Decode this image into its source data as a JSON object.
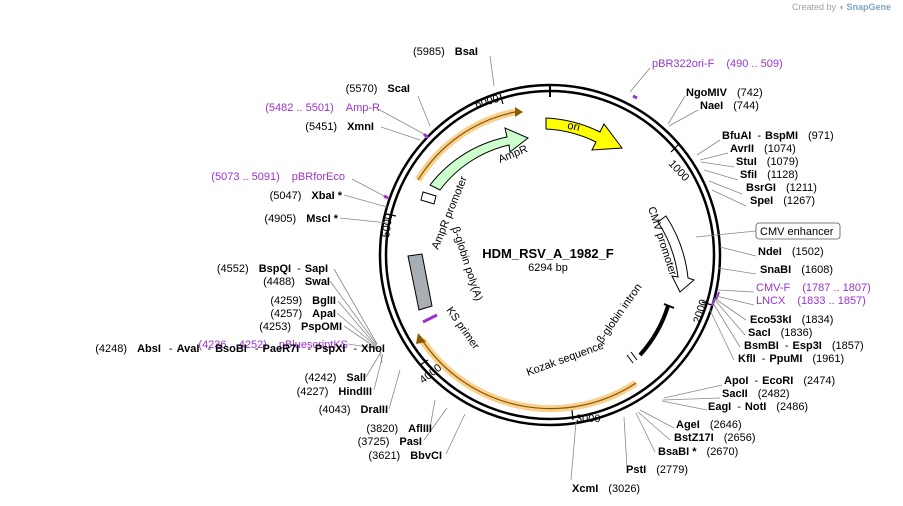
{
  "credit": {
    "prefix": "Created by",
    "brand": "SnapGene"
  },
  "plasmid": {
    "name": "HDM_RSV_A_1982_F",
    "size_label": "6294 bp",
    "length": 6294
  },
  "ticks": [
    {
      "pos": 1000,
      "label": "1000"
    },
    {
      "pos": 2000,
      "label": "2000"
    },
    {
      "pos": 3000,
      "label": "3000"
    },
    {
      "pos": 4000,
      "label": "4000"
    },
    {
      "pos": 5000,
      "label": "5000"
    },
    {
      "pos": 6000,
      "label": "6000"
    }
  ],
  "features_text": {
    "ori": "ori",
    "ampr": "AmpR",
    "ampr_promoter": "AmpR promoter",
    "bglobin_polya": "β-globin poly(A)",
    "ks_primer": "KS primer",
    "cmv_promoter": "CMV promoter",
    "cmv_enhancer": "CMV enhancer",
    "bglobin_intron": "β-globin intron",
    "kozak": "Kozak sequence"
  },
  "labels_right": [
    {
      "name": "pBR322ori-F",
      "pos": "(490 .. 509)",
      "kind": "primer"
    },
    {
      "name": "NgoMIV",
      "pos": "(742)",
      "kind": "enzyme"
    },
    {
      "name": "NaeI",
      "pos": "(744)",
      "kind": "enzyme"
    },
    {
      "name": "BfuAI",
      "name2": "BspMI",
      "pos": "(971)",
      "kind": "enzyme"
    },
    {
      "name": "AvrII",
      "pos": "(1074)",
      "kind": "enzyme"
    },
    {
      "name": "StuI",
      "pos": "(1079)",
      "kind": "enzyme"
    },
    {
      "name": "SfiI",
      "pos": "(1128)",
      "kind": "enzyme"
    },
    {
      "name": "BsrGI",
      "pos": "(1211)",
      "kind": "enzyme"
    },
    {
      "name": "SpeI",
      "pos": "(1267)",
      "kind": "enzyme"
    },
    {
      "name": "NdeI",
      "pos": "(1502)",
      "kind": "enzyme"
    },
    {
      "name": "SnaBI",
      "pos": "(1608)",
      "kind": "enzyme"
    },
    {
      "name": "CMV-F",
      "pos": "(1787 .. 1807)",
      "kind": "primer"
    },
    {
      "name": "LNCX",
      "pos": "(1833 .. 1857)",
      "kind": "primer"
    },
    {
      "name": "Eco53kI",
      "pos": "(1834)",
      "kind": "enzyme"
    },
    {
      "name": "SacI",
      "pos": "(1836)",
      "kind": "enzyme"
    },
    {
      "name": "BsmBI",
      "name2": "Esp3I",
      "pos": "(1857)",
      "kind": "enzyme"
    },
    {
      "name": "KflI",
      "name2": "PpuMI",
      "pos": "(1961)",
      "kind": "enzyme"
    },
    {
      "name": "ApoI",
      "name2": "EcoRI",
      "pos": "(2474)",
      "kind": "enzyme"
    },
    {
      "name": "SacII",
      "pos": "(2482)",
      "kind": "enzyme"
    },
    {
      "name": "EagI",
      "name2": "NotI",
      "pos": "(2486)",
      "kind": "enzyme"
    },
    {
      "name": "AgeI",
      "pos": "(2646)",
      "kind": "enzyme"
    },
    {
      "name": "BstZ17I",
      "pos": "(2656)",
      "kind": "enzyme"
    },
    {
      "name": "BsaBI *",
      "pos": "(2670)",
      "kind": "enzyme"
    },
    {
      "name": "PstI",
      "pos": "(2779)",
      "kind": "enzyme"
    },
    {
      "name": "XcmI",
      "pos": "(3026)",
      "kind": "enzyme"
    }
  ],
  "labels_left": [
    {
      "name": "BsaI",
      "pos": "(5985)",
      "kind": "enzyme"
    },
    {
      "name": "ScaI",
      "pos": "(5570)",
      "kind": "enzyme"
    },
    {
      "name": "Amp-R",
      "pos": "(5482 .. 5501)",
      "kind": "primer"
    },
    {
      "name": "XmnI",
      "pos": "(5451)",
      "kind": "enzyme"
    },
    {
      "name": "pBRforEco",
      "pos": "(5073 .. 5091)",
      "kind": "primer"
    },
    {
      "name": "XbaI *",
      "pos": "(5047)",
      "kind": "enzyme"
    },
    {
      "name": "MscI *",
      "pos": "(4905)",
      "kind": "enzyme"
    },
    {
      "name": "BspQI",
      "name2": "SapI",
      "pos": "(4552)",
      "kind": "enzyme"
    },
    {
      "name": "SwaI",
      "pos": "(4488)",
      "kind": "enzyme"
    },
    {
      "name": "BglII",
      "pos": "(4259)",
      "kind": "enzyme"
    },
    {
      "name": "ApaI",
      "pos": "(4257)",
      "kind": "enzyme"
    },
    {
      "name": "PspOMI",
      "pos": "(4253)",
      "kind": "enzyme"
    },
    {
      "name": "pBluescriptKS",
      "pos": "(4236 .. 4252)",
      "kind": "primer"
    },
    {
      "name": "AbsI",
      "extra": [
        "AvaI",
        "BsoBI",
        "PaeR7I",
        "PspXI",
        "XhoI"
      ],
      "pos": "(4248)",
      "kind": "enzyme"
    },
    {
      "name": "SalI",
      "pos": "(4242)",
      "kind": "enzyme"
    },
    {
      "name": "HindIII",
      "pos": "(4227)",
      "kind": "enzyme"
    },
    {
      "name": "DraIII",
      "pos": "(4043)",
      "kind": "enzyme"
    },
    {
      "name": "AflIII",
      "pos": "(3820)",
      "kind": "enzyme"
    },
    {
      "name": "PasI",
      "pos": "(3725)",
      "kind": "enzyme"
    },
    {
      "name": "BbvCI",
      "pos": "(3621)",
      "kind": "enzyme"
    }
  ],
  "colors": {
    "ori": "#ffff00",
    "ampr": "#ccffcc",
    "orf": "#f5b041",
    "polya": "#a9aeb3",
    "primer": "#9933cc",
    "kozak": "#000000"
  }
}
